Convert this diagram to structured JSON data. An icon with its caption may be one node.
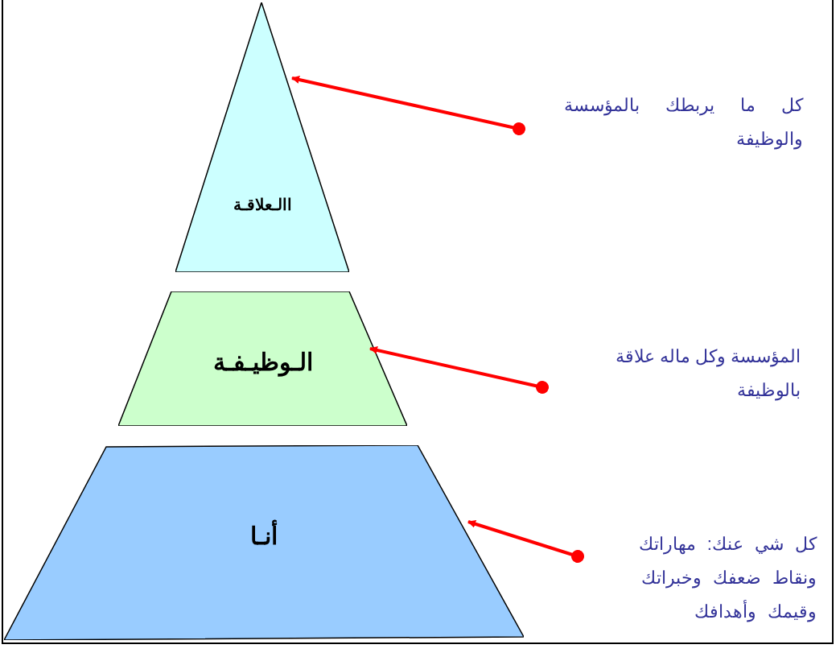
{
  "diagram": {
    "nodes": [
      {
        "text": [
          "االـعلاقـة"
        ]
      },
      {
        "text": [
          "الـوظيـفـة"
        ]
      },
      {
        "text": [
          "أنـا"
        ]
      },
      {
        "text": [
          "كل ما يربطك بالمؤسسة والوظيفة"
        ]
      },
      {
        "text": [
          "المؤسسة وكل ماله علاقة بالوظيفة"
        ]
      },
      {
        "text": [
          "كل شي عنك: مهاراتك ونقاط ضعفك وخبراتك وقيمك وأهدافك"
        ]
      }
    ],
    "edges": [
      {
        "from": 3,
        "to": 0,
        "arrow": "to"
      },
      {
        "from": 4,
        "to": 1,
        "arrow": "to"
      },
      {
        "from": 5,
        "to": 2,
        "arrow": "to"
      }
    ]
  }
}
